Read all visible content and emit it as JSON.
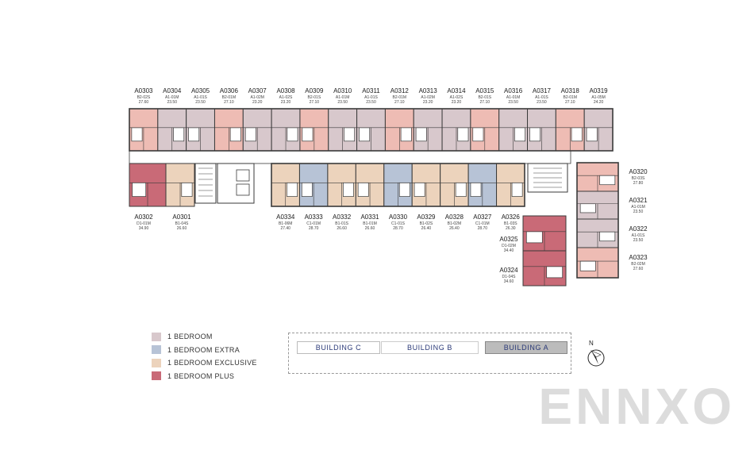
{
  "colors": {
    "one_bedroom": "#d8c8cc",
    "one_bedroom_extra": "#b7c3d6",
    "one_bedroom_exclusive": "#ecd3bc",
    "one_bedroom_plus": "#c96a77",
    "one_bedroom_plus_alt": "#eebcb4",
    "wall": "#3a3a3a",
    "corridor": "#ffffff"
  },
  "legend": [
    {
      "label": "1 BEDROOM",
      "color": "#d8c8cc"
    },
    {
      "label": "1 BEDROOM EXTRA",
      "color": "#b7c3d6"
    },
    {
      "label": "1 BEDROOM EXCLUSIVE",
      "color": "#ecd3bc"
    },
    {
      "label": "1 BEDROOM PLUS",
      "color": "#c96a77"
    }
  ],
  "units_top": [
    {
      "code": "A0303",
      "type": "B2-02S",
      "area": "27.60",
      "color": "#eebcb4"
    },
    {
      "code": "A0304",
      "type": "A1-01M",
      "area": "23.50",
      "color": "#d8c8cc"
    },
    {
      "code": "A0305",
      "type": "A1-01S",
      "area": "23.50",
      "color": "#d8c8cc"
    },
    {
      "code": "A0306",
      "type": "B2-01M",
      "area": "27.10",
      "color": "#eebcb4"
    },
    {
      "code": "A0307",
      "type": "A1-02M",
      "area": "23.20",
      "color": "#d8c8cc"
    },
    {
      "code": "A0308",
      "type": "A1-02S",
      "area": "23.20",
      "color": "#d8c8cc"
    },
    {
      "code": "A0309",
      "type": "B2-01S",
      "area": "27.10",
      "color": "#eebcb4"
    },
    {
      "code": "A0310",
      "type": "A1-01M",
      "area": "23.50",
      "color": "#d8c8cc"
    },
    {
      "code": "A0311",
      "type": "A1-01S",
      "area": "23.50",
      "color": "#d8c8cc"
    },
    {
      "code": "A0312",
      "type": "B2-01M",
      "area": "27.10",
      "color": "#eebcb4"
    },
    {
      "code": "A0313",
      "type": "A1-02M",
      "area": "23.20",
      "color": "#d8c8cc"
    },
    {
      "code": "A0314",
      "type": "A1-02S",
      "area": "23.20",
      "color": "#d8c8cc"
    },
    {
      "code": "A0315",
      "type": "B2-01S",
      "area": "27.10",
      "color": "#eebcb4"
    },
    {
      "code": "A0316",
      "type": "A1-01M",
      "area": "23.50",
      "color": "#d8c8cc"
    },
    {
      "code": "A0317",
      "type": "A1-01S",
      "area": "23.50",
      "color": "#d8c8cc"
    },
    {
      "code": "A0318",
      "type": "B2-01M",
      "area": "27.10",
      "color": "#eebcb4"
    },
    {
      "code": "A0319",
      "type": "A1-05M",
      "area": "24.20",
      "color": "#d8c8cc"
    }
  ],
  "units_bottom_left": [
    {
      "code": "A0302",
      "type": "D1-01M",
      "area": "34.90",
      "color": "#c96a77"
    },
    {
      "code": "A0301",
      "type": "B1-04S",
      "area": "26.60",
      "color": "#ecd3bc"
    }
  ],
  "units_bottom": [
    {
      "code": "A0334",
      "type": "B1-06M",
      "area": "27.40",
      "color": "#ecd3bc"
    },
    {
      "code": "A0333",
      "type": "C1-01M",
      "area": "28.70",
      "color": "#b7c3d6"
    },
    {
      "code": "A0332",
      "type": "B1-01S",
      "area": "26.60",
      "color": "#ecd3bc"
    },
    {
      "code": "A0331",
      "type": "B1-01M",
      "area": "26.60",
      "color": "#ecd3bc"
    },
    {
      "code": "A0330",
      "type": "C1-01S",
      "area": "28.70",
      "color": "#b7c3d6"
    },
    {
      "code": "A0329",
      "type": "B1-02S",
      "area": "26.40",
      "color": "#ecd3bc"
    },
    {
      "code": "A0328",
      "type": "B1-02M",
      "area": "26.40",
      "color": "#ecd3bc"
    },
    {
      "code": "A0327",
      "type": "C1-01M",
      "area": "28.70",
      "color": "#b7c3d6"
    },
    {
      "code": "A0326",
      "type": "B1-03S",
      "area": "26.30",
      "color": "#ecd3bc"
    }
  ],
  "units_wing_plus": [
    {
      "code": "A0325",
      "type": "D1-02M",
      "area": "34.40",
      "color": "#c96a77"
    },
    {
      "code": "A0324",
      "type": "D1-04S",
      "area": "34.60",
      "color": "#c96a77"
    }
  ],
  "units_right": [
    {
      "code": "A0320",
      "type": "B2-03S",
      "area": "27.80",
      "color": "#eebcb4"
    },
    {
      "code": "A0321",
      "type": "A1-01M",
      "area": "23.50",
      "color": "#d8c8cc"
    },
    {
      "code": "A0322",
      "type": "A1-01S",
      "area": "23.50",
      "color": "#d8c8cc"
    },
    {
      "code": "A0323",
      "type": "B2-02M",
      "area": "27.60",
      "color": "#eebcb4"
    }
  ],
  "key_plan": {
    "building_c": "BUILDING C",
    "building_b": "BUILDING B",
    "building_a": "BUILDING A",
    "active": "BUILDING A"
  },
  "north_label": "N",
  "brand": "ENNXO"
}
